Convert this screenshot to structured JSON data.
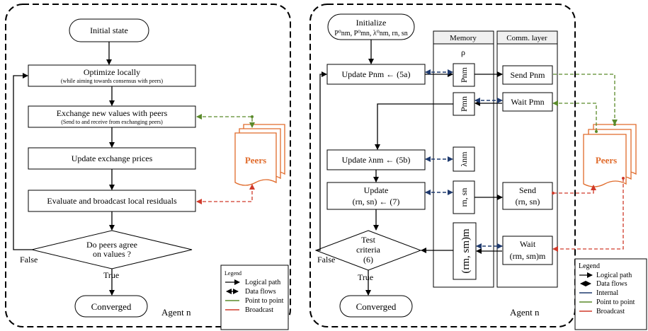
{
  "left": {
    "agent_label": "Agent n",
    "start": "Initial state",
    "step1_title": "Optimize locally",
    "step1_sub": "(while aiming towards consensus with peers)",
    "step2_title": "Exchange new values with peers",
    "step2_sub": "(Send to and receive from exchanging peers)",
    "step3": "Update exchange prices",
    "step4": "Evaluate and broadcast local residuals",
    "decision_line1": "Do peers agree",
    "decision_line2": "on values ?",
    "false_label": "False",
    "true_label": "True",
    "end": "Converged",
    "peers": "Peers",
    "legend": {
      "title": "Legend",
      "items": [
        "Logical path",
        "Data flows",
        "Point to point",
        "Broadcast"
      ]
    }
  },
  "right": {
    "agent_label": "Agent n",
    "init_line1": "Initialize",
    "init_line2": "P⁰nm, P⁰mn, λ⁰nm, rn, sn",
    "memory_header": "Memory",
    "comm_header": "Comm. layer",
    "rho": "ρ",
    "update_p": "Update Pnm ← (5a)",
    "mem_p_nm": "Pnm",
    "mem_p_mn": "Pmn",
    "send_p": "Send Pnm",
    "wait_p": "Wait Pmn",
    "update_lambda": "Update λnm ← (5b)",
    "mem_lambda": "λnm",
    "update_rs_line1": "Update",
    "update_rs_line2": "(rn, sn) ← (7)",
    "mem_rs": "rn, sn",
    "send_rs_line1": "Send",
    "send_rs_line2": "(rn, sn)",
    "test_line1": "Test",
    "test_line2": "criteria",
    "test_line3": "(6)",
    "mem_rm": "(rm, sm)m",
    "wait_rs_line1": "Wait",
    "wait_rs_line2": "(rm, sm)m",
    "false_label": "False",
    "true_label": "True",
    "end": "Converged",
    "peers": "Peers",
    "legend": {
      "title": "Legend",
      "items": [
        "Logical path",
        "Data flows",
        "Internal",
        "Point to point",
        "Broadcast"
      ]
    }
  },
  "colors": {
    "internal": "#1f3a6e",
    "point_to_point": "#5a8a2a",
    "broadcast": "#d03a2a",
    "peers": "#e06a2a"
  }
}
